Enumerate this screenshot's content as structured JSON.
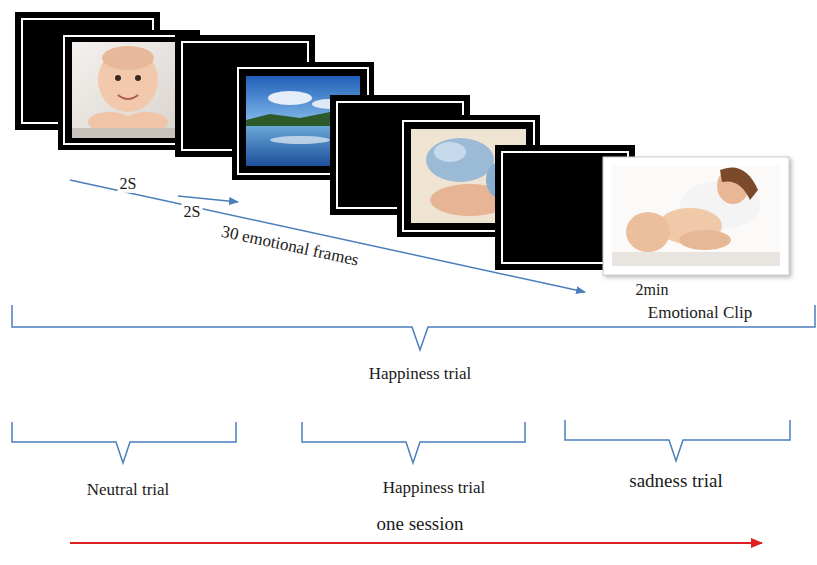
{
  "diagram": {
    "labels": [
      "2S",
      "2S",
      "30 emotional frames",
      "2min",
      "Emotional Clip",
      "Happiness trial",
      "Neutral trial",
      "Happiness trial",
      "sadness trial",
      "one session"
    ]
  }
}
